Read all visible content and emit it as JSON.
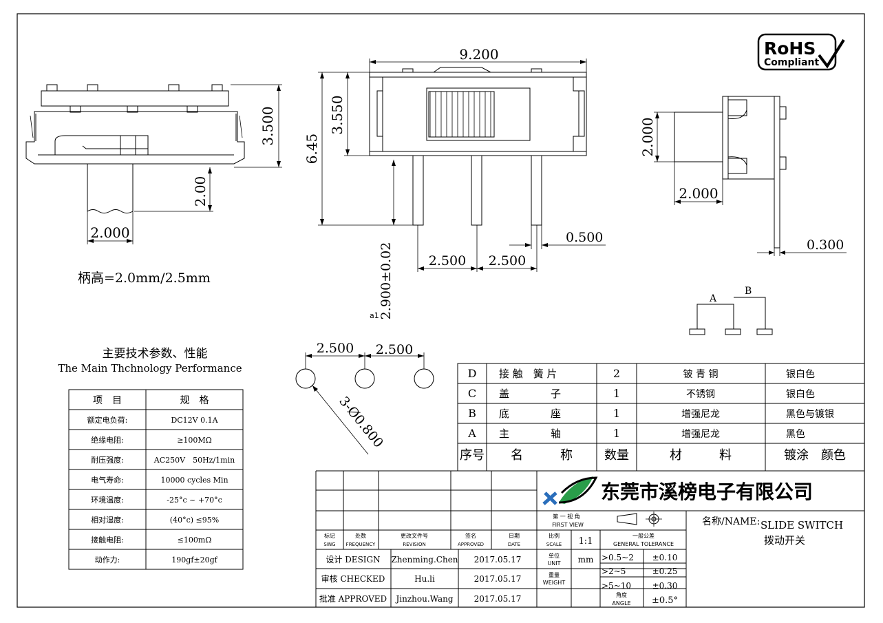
{
  "dimensions": {
    "side_width": "9.200",
    "side_height_body": "3.550",
    "side_total": "6.45",
    "pin_length": "2.900±0.02",
    "a1_mark": "a1",
    "pin_pitch_1": "2.500",
    "pin_pitch_2": "2.500",
    "pin_width": "0.500",
    "front_height": "3.500",
    "front_handle_height": "2.00",
    "front_handle_width": "2.000",
    "handle_note": "柄高=2.0mm/2.5mm",
    "right_handle_height": "2.000",
    "right_handle_width": "2.000",
    "right_pin_thickness": "0.300",
    "hole_pitch_1": "2.500",
    "hole_pitch_2": "2.500",
    "hole_diameter": "3-Ø0.800",
    "schematic_a": "A",
    "schematic_b": "B"
  },
  "rohs": {
    "line1": "RoHS",
    "line2": "Compliant"
  },
  "spec": {
    "title_cn": "主要技术参数、性能",
    "title_en": "The Main Thchnology Performance",
    "header": [
      "项　目",
      "规　格"
    ],
    "rows": [
      [
        "额定电负荷:",
        "DC12V 0.1A"
      ],
      [
        "绝缘电阻:",
        "≥100MΩ"
      ],
      [
        "耐压强度:",
        "AC250V　50Hz/1min"
      ],
      [
        "电气寿命:",
        "10000 cycles Min"
      ],
      [
        "环境温度:",
        "-25°c ~ +70°c"
      ],
      [
        "相对湿度:",
        "(40°c) ≤95%"
      ],
      [
        "接触电阻:",
        "≤100mΩ"
      ],
      [
        "动作力:",
        "190gf±20gf"
      ]
    ]
  },
  "bom": {
    "rows": [
      [
        "D",
        "接 触　簧 片",
        "2",
        "铍 青 铜",
        "银白色"
      ],
      [
        "C",
        "盖　　　　子",
        "1",
        "不锈钢",
        "银白色"
      ],
      [
        "B",
        "底　　　　座",
        "1",
        "增强尼龙",
        "黑色与镀银"
      ],
      [
        "A",
        "主　　　　轴",
        "1",
        "增强尼龙",
        "黑色"
      ]
    ],
    "header": [
      "序号",
      "名　　　称",
      "数量",
      "材　　　料",
      "镀涂　颜色"
    ]
  },
  "title_block": {
    "company": "东莞市溪榜电子有限公司",
    "view_cn": "第 一 视 角",
    "view_en": "FIRST VIEW",
    "name_label": "名称/NAME:",
    "name_en": "SLIDE SWITCH",
    "name_cn": "拨动开关",
    "rev_headers": [
      [
        "标记",
        "SING"
      ],
      [
        "处数",
        "FREQUENCY"
      ],
      [
        "更改文件号",
        "REVISION"
      ],
      [
        "签名",
        "APPROVED"
      ],
      [
        "日期",
        "DATE"
      ],
      [
        "比例",
        "SCALE"
      ]
    ],
    "scale_value": "1:1",
    "tolerance_header_cn": "一般公差",
    "tolerance_header_en": "GENERAL TOLERANCE",
    "signatures": [
      {
        "role": "设计 DESIGN",
        "name": "Zhenming.Chen",
        "date": "2017.05.17"
      },
      {
        "role": "审核 CHECKED",
        "name": "Hu.li",
        "date": "2017.05.17"
      },
      {
        "role": "批准 APPROVED",
        "name": "Jinzhou.Wang",
        "date": "2017.05.17"
      }
    ],
    "unit_cn": "单位",
    "unit_en": "UNIT",
    "unit_value": "mm",
    "weight_cn": "重量",
    "weight_en": "WEIGHT",
    "tolerances": [
      [
        ">0.5~2",
        "±0.10"
      ],
      [
        ">2~5",
        "±0.25"
      ],
      [
        ">5~10",
        "±0.30"
      ]
    ],
    "angle_cn": "角度",
    "angle_en": "ANGLE",
    "angle_value": "±0.5°"
  }
}
